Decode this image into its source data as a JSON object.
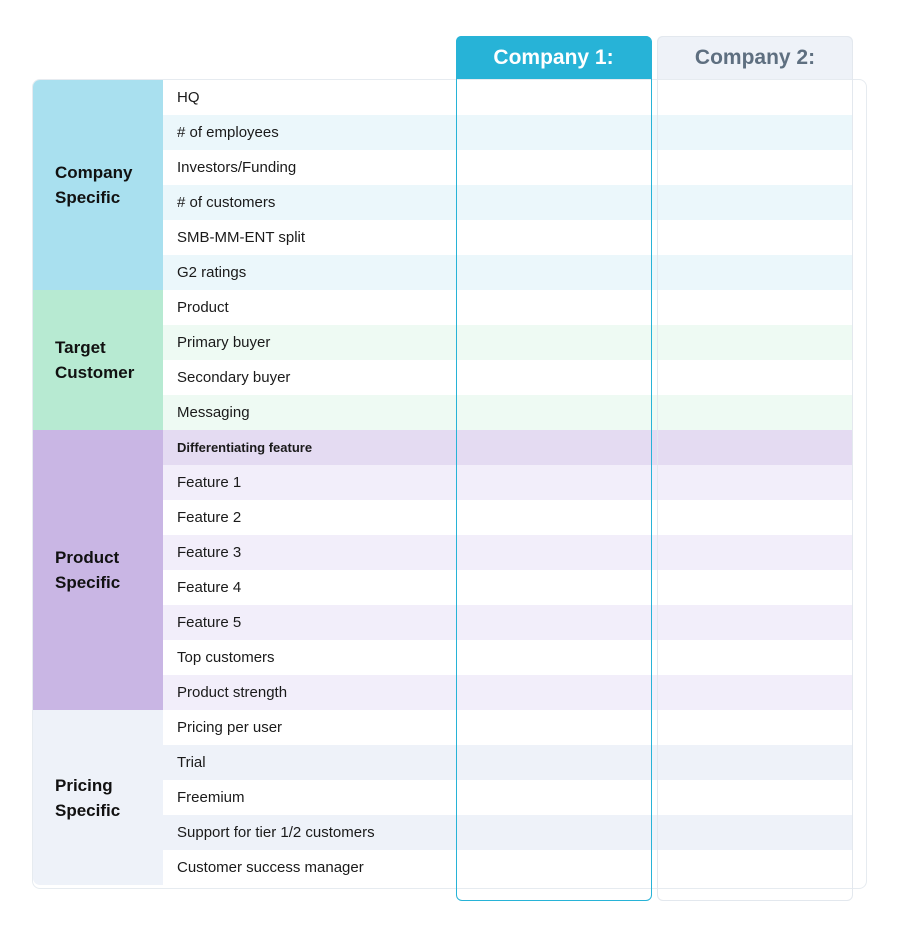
{
  "columns": [
    "Company 1:",
    "Company 2:"
  ],
  "sections": [
    {
      "title": "Company\nSpecific",
      "color": "#a9e0ef",
      "row_alt_color": "#ebf7fb",
      "divider_color": "#2bb3d7",
      "rows": [
        "HQ",
        "# of employees",
        "Investors/Funding",
        "# of customers",
        "SMB-MM-ENT split",
        "G2 ratings"
      ]
    },
    {
      "title": "Target\nCustomer",
      "color": "#b7ead2",
      "row_alt_color": "#eefaf3",
      "divider_color": "#3fc28a",
      "rows": [
        "Product",
        "Primary buyer",
        "Secondary buyer",
        "Messaging"
      ]
    },
    {
      "title": "Product\nSpecific",
      "color": "#c9b6e4",
      "row_alt_color": "#f2eefa",
      "highlight_color": "#e4dbf2",
      "divider_color": "#7a5cc0",
      "rows": [
        "Differentiating feature",
        "Feature 1",
        "Feature 2",
        "Feature 3",
        "Feature 4",
        "Feature 5",
        "Top customers",
        "Product strength"
      ]
    },
    {
      "title": "Pricing\nSpecific",
      "color": "#eef2f9",
      "row_alt_color": "#eef2f9",
      "rows": [
        "Pricing per user",
        "Trial",
        "Freemium",
        "Support for tier 1/2 customers",
        "Customer success manager"
      ]
    }
  ],
  "accent_color": "#27b3d7"
}
